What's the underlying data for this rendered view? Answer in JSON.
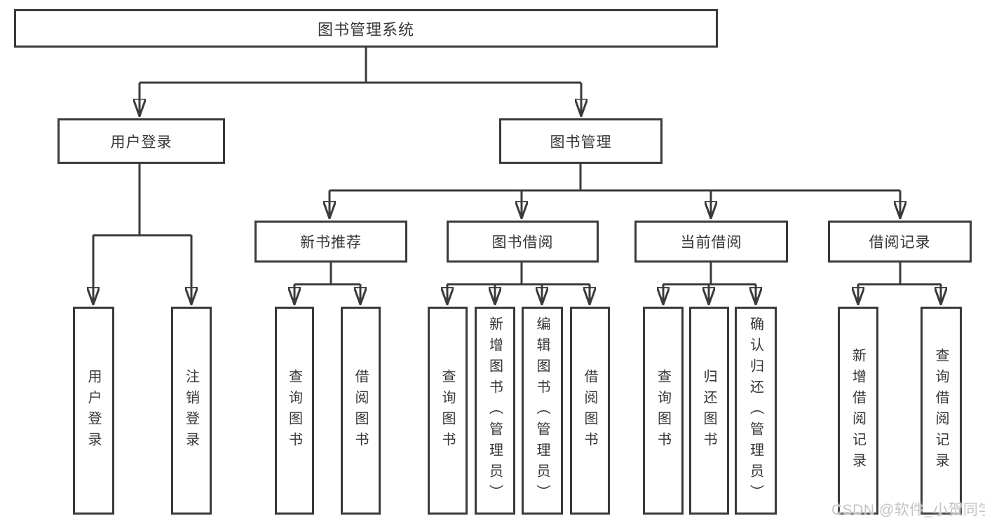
{
  "diagram": {
    "root": {
      "label": "图书管理系统"
    },
    "level2": [
      {
        "id": "user-login",
        "label": "用户登录"
      },
      {
        "id": "book-management",
        "label": "图书管理"
      }
    ],
    "level3": [
      {
        "id": "new-book-recommendation",
        "label": "新书推荐",
        "parent": "图书管理"
      },
      {
        "id": "book-borrowing",
        "label": "图书借阅",
        "parent": "图书管理"
      },
      {
        "id": "current-borrowing",
        "label": "当前借阅",
        "parent": "图书管理"
      },
      {
        "id": "borrowing-records",
        "label": "借阅记录",
        "parent": "图书管理"
      }
    ],
    "leaves": [
      {
        "label": "用户登录",
        "parent": "用户登录"
      },
      {
        "label": "注销登录",
        "parent": "用户登录"
      },
      {
        "label": "查询图书",
        "parent": "新书推荐"
      },
      {
        "label": "借阅图书",
        "parent": "新书推荐"
      },
      {
        "label": "查询图书",
        "parent": "图书借阅"
      },
      {
        "label": "新增图书（管理员）",
        "parent": "图书借阅"
      },
      {
        "label": "编辑图书（管理员）",
        "parent": "图书借阅"
      },
      {
        "label": "借阅图书",
        "parent": "图书借阅"
      },
      {
        "label": "查询图书",
        "parent": "当前借阅"
      },
      {
        "label": "归还图书",
        "parent": "当前借阅"
      },
      {
        "label": "确认归还（管理员）",
        "parent": "当前借阅"
      },
      {
        "label": "新增借阅记录",
        "parent": "借阅记录"
      },
      {
        "label": "查询借阅记录",
        "parent": "借阅记录"
      }
    ]
  },
  "watermark": {
    "text": "CSDN @软件_小贺同学"
  },
  "colors": {
    "line": "#3a3a3a",
    "text": "#36363a",
    "box_background": "#ffffff",
    "page_background": "#ffffff",
    "watermark": "#c3c3c3"
  }
}
